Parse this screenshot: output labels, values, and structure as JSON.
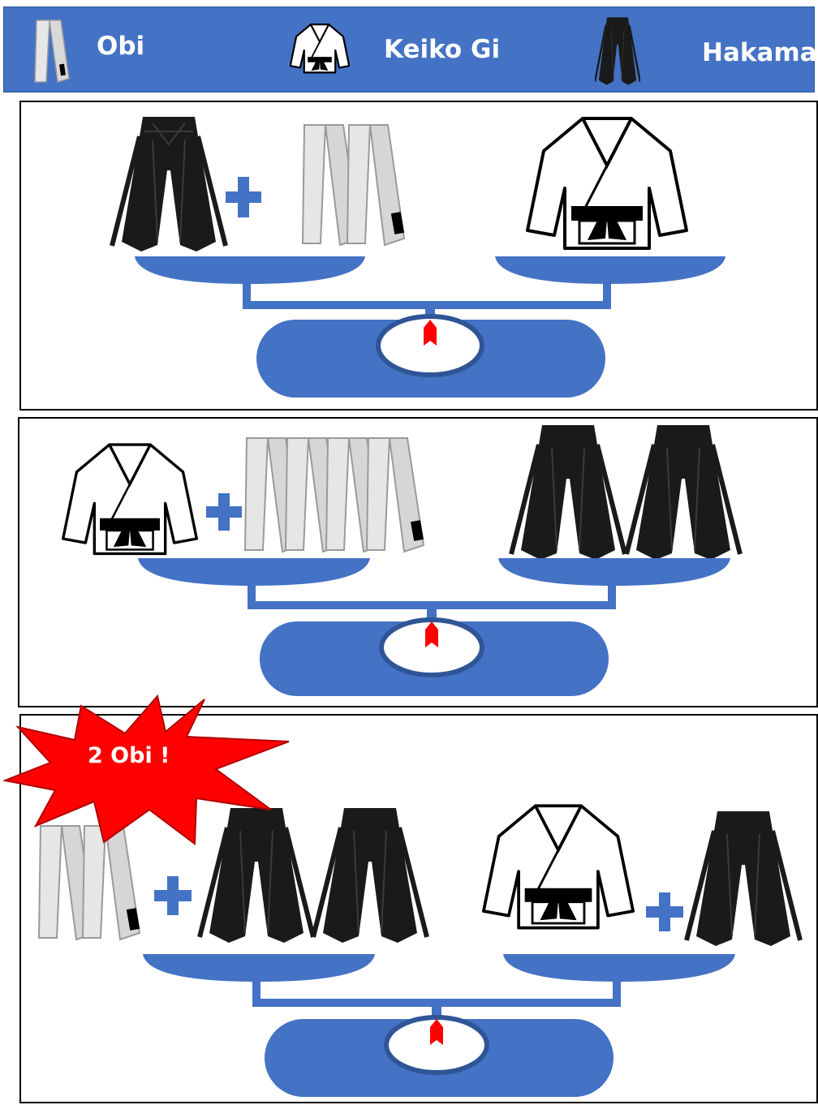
{
  "legend": {
    "obi": "Obi",
    "keiko_gi": "Keiko Gi",
    "hakama": "Hakama"
  },
  "panels": [
    {
      "left": [
        "hakama",
        "plus",
        "obi",
        "obi"
      ],
      "right": [
        "keiko-gi"
      ]
    },
    {
      "left": [
        "keiko-gi",
        "plus",
        "obi",
        "obi",
        "obi",
        "obi"
      ],
      "right": [
        "hakama",
        "hakama"
      ]
    },
    {
      "left": [
        "obi",
        "obi",
        "plus",
        "hakama",
        "hakama"
      ],
      "right": [
        "keiko-gi",
        "plus",
        "hakama"
      ]
    }
  ],
  "callout": {
    "text": "2 Obi !"
  },
  "colors": {
    "header_blue": "#4472c4",
    "scale_blue": "#4472c4",
    "pointer_red": "#ff0000",
    "burst_red": "#ff0000",
    "hakama_black": "#1a1a1a",
    "obi_gray": "#d8d8d8"
  }
}
